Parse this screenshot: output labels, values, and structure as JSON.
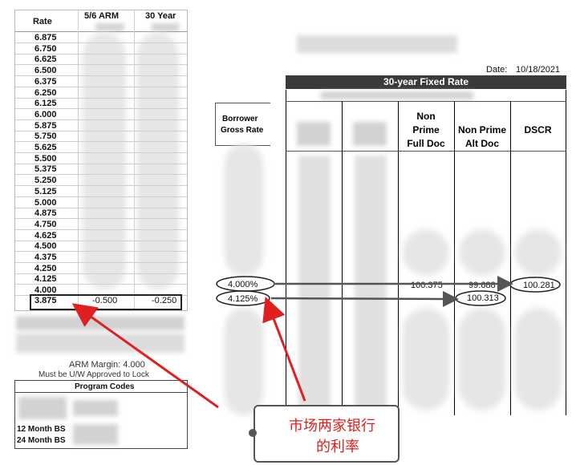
{
  "left_table": {
    "headers": {
      "rate": "Rate",
      "arm": "5/6 ARM",
      "fixed30": "30 Year"
    },
    "rates": [
      "6.875",
      "6.750",
      "6.625",
      "6.500",
      "6.375",
      "6.250",
      "6.125",
      "6.000",
      "5.875",
      "5.750",
      "5.625",
      "5.500",
      "5.375",
      "5.250",
      "5.125",
      "5.000",
      "4.875",
      "4.750",
      "4.625",
      "4.500",
      "4.375",
      "4.250",
      "4.125",
      "4.000"
    ],
    "highlight_row": {
      "rate": "3.875",
      "arm": "-0.500",
      "fixed30": "-0.250"
    },
    "arm_margin": "ARM Margin: 4.000",
    "uw_note": "Must be U/W Approved to Lock",
    "program_codes": "Program Codes",
    "codes": [
      "12 Month BS",
      "24 Month BS"
    ]
  },
  "right_sheet": {
    "date_label": "Date:",
    "date_value": "10/18/2021",
    "banner": "30-year Fixed Rate",
    "borrower_header": [
      "Borrower",
      "Gross Rate"
    ],
    "col_headers": [
      [
        "Non",
        "Prime",
        "Full Doc"
      ],
      [
        "Non Prime",
        "Alt Doc"
      ],
      [
        "DSCR"
      ]
    ],
    "borrower_rates": [
      "4.000%",
      "4.125%"
    ],
    "prices": {
      "full_doc": "100.375",
      "alt_doc": "99.688",
      "dscr": "100.281",
      "alt_doc_row2": "100.313"
    }
  },
  "callout": {
    "text_line1": "市场两家银行",
    "text_line2": "的利率"
  },
  "colors": {
    "banner_bg": "#3a3a3a",
    "accent_red": "#e02020",
    "border_dark": "#555555"
  }
}
